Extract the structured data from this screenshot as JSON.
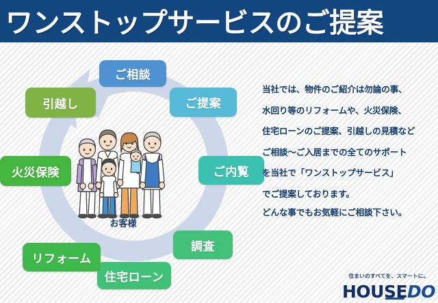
{
  "header": {
    "title": "ワンストップサービスのご提案",
    "background_color": "#12467f",
    "text_color": "#ffffff"
  },
  "cycle": {
    "direction": "clockwise",
    "ring_color": "#ccd8ea",
    "nodes": [
      {
        "label": "ご相談",
        "color": "#4e92d2"
      },
      {
        "label": "ご提案",
        "color": "#56b9d5"
      },
      {
        "label": "ご内覧",
        "color": "#3cc0b0"
      },
      {
        "label": "調査",
        "color": "#43c07a"
      },
      {
        "label": "住宅ローン",
        "color": "#41c177"
      },
      {
        "label": "リフォーム",
        "color": "#3fb84c"
      },
      {
        "label": "火災保険",
        "color": "#44b53f"
      },
      {
        "label": "引越し",
        "color": "#7fb344"
      }
    ]
  },
  "family": {
    "caption": "お客様",
    "caption_color": "#1c3f70"
  },
  "body_copy": {
    "text_color": "#123a6b",
    "lines": [
      "当社では、物件のご紹介は勿論の事、",
      "水回り等のリフォームや、火災保険、",
      "住宅ローンのご提案、引越しの見積など",
      "ご相談～ご入居までの全てのサポート",
      "を当社で「ワンストップサービス」",
      "でご提案しております。",
      "どんな事でもお気軽にご相談下さい。"
    ]
  },
  "brand": {
    "tagline": "住まいのすべてを、スマートに。",
    "name_primary": "HOUSE",
    "name_secondary": "DO",
    "color": "#0f2f63"
  }
}
